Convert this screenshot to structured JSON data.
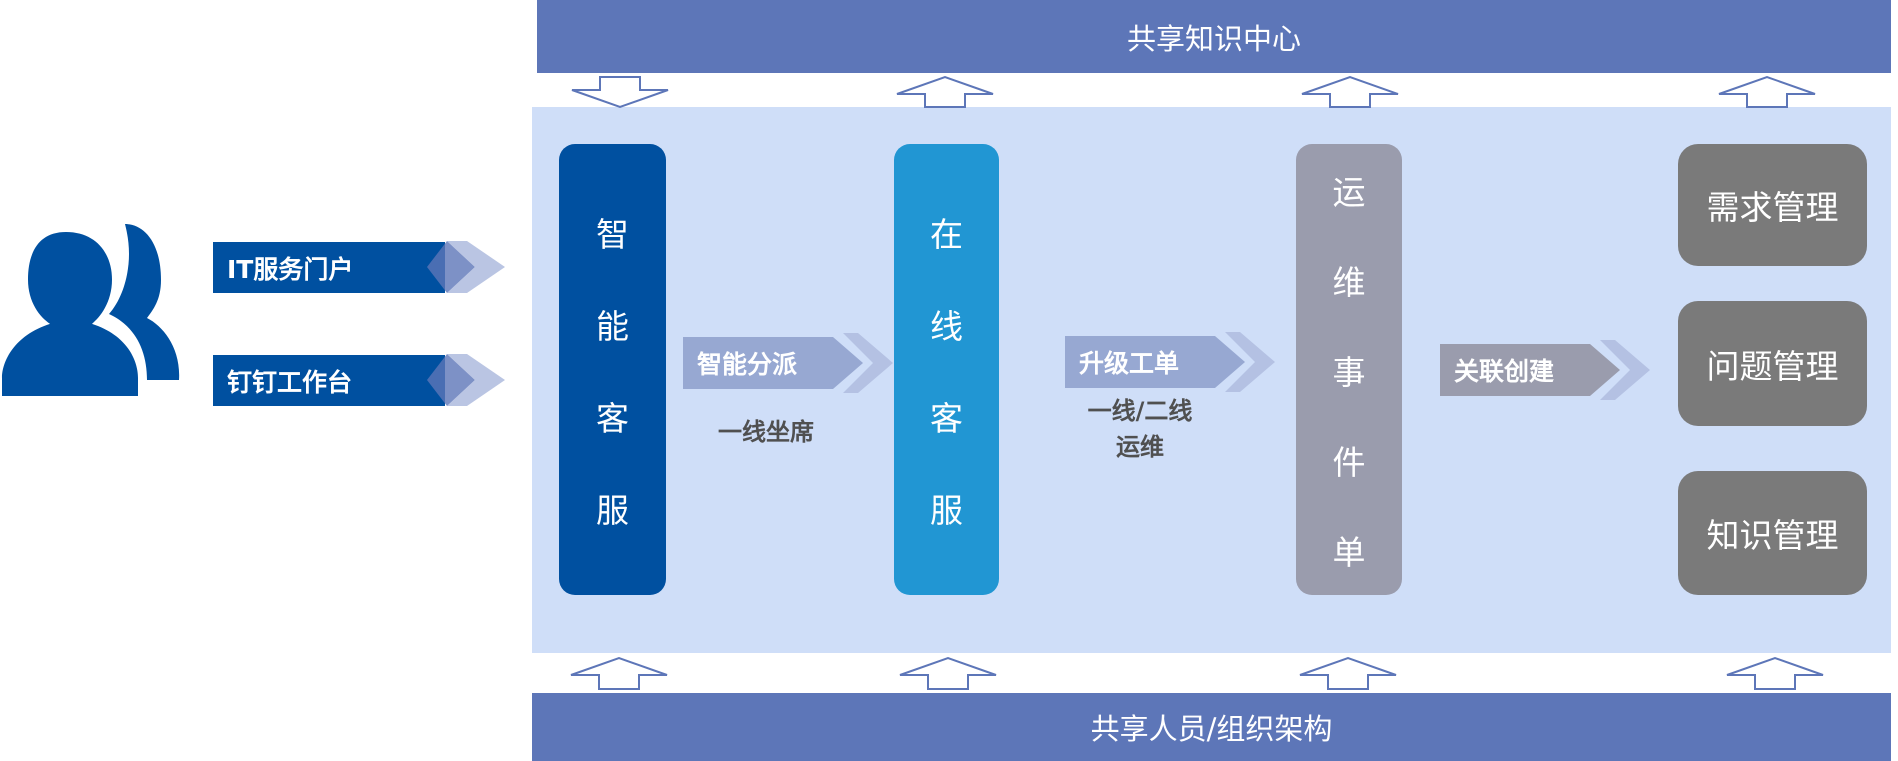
{
  "top_bar": "共享知识中心",
  "bottom_bar": "共享人员/组织架构",
  "entries": [
    "IT服务门户",
    "钉钉工作台"
  ],
  "columns": {
    "smart_service": [
      "智",
      "能",
      "客",
      "服"
    ],
    "online_service": [
      "在",
      "线",
      "客",
      "服"
    ],
    "ops_ticket": [
      "运",
      "维",
      "事",
      "件",
      "单"
    ]
  },
  "flows": {
    "dispatch": "智能分派",
    "dispatch_note": "一线坐席",
    "escalate": "升级工单",
    "escalate_note": [
      "一线/二线",
      "运维"
    ],
    "link": "关联创建"
  },
  "modules": [
    "需求管理",
    "问题管理",
    "知识管理"
  ],
  "colors": {
    "bar": "#5d76b8",
    "panel": "#cfdef8",
    "dark_blue": "#0050a0",
    "light_blue": "#2196d3",
    "gray_col": "#9a9cad",
    "module": "#7a7a7a"
  }
}
